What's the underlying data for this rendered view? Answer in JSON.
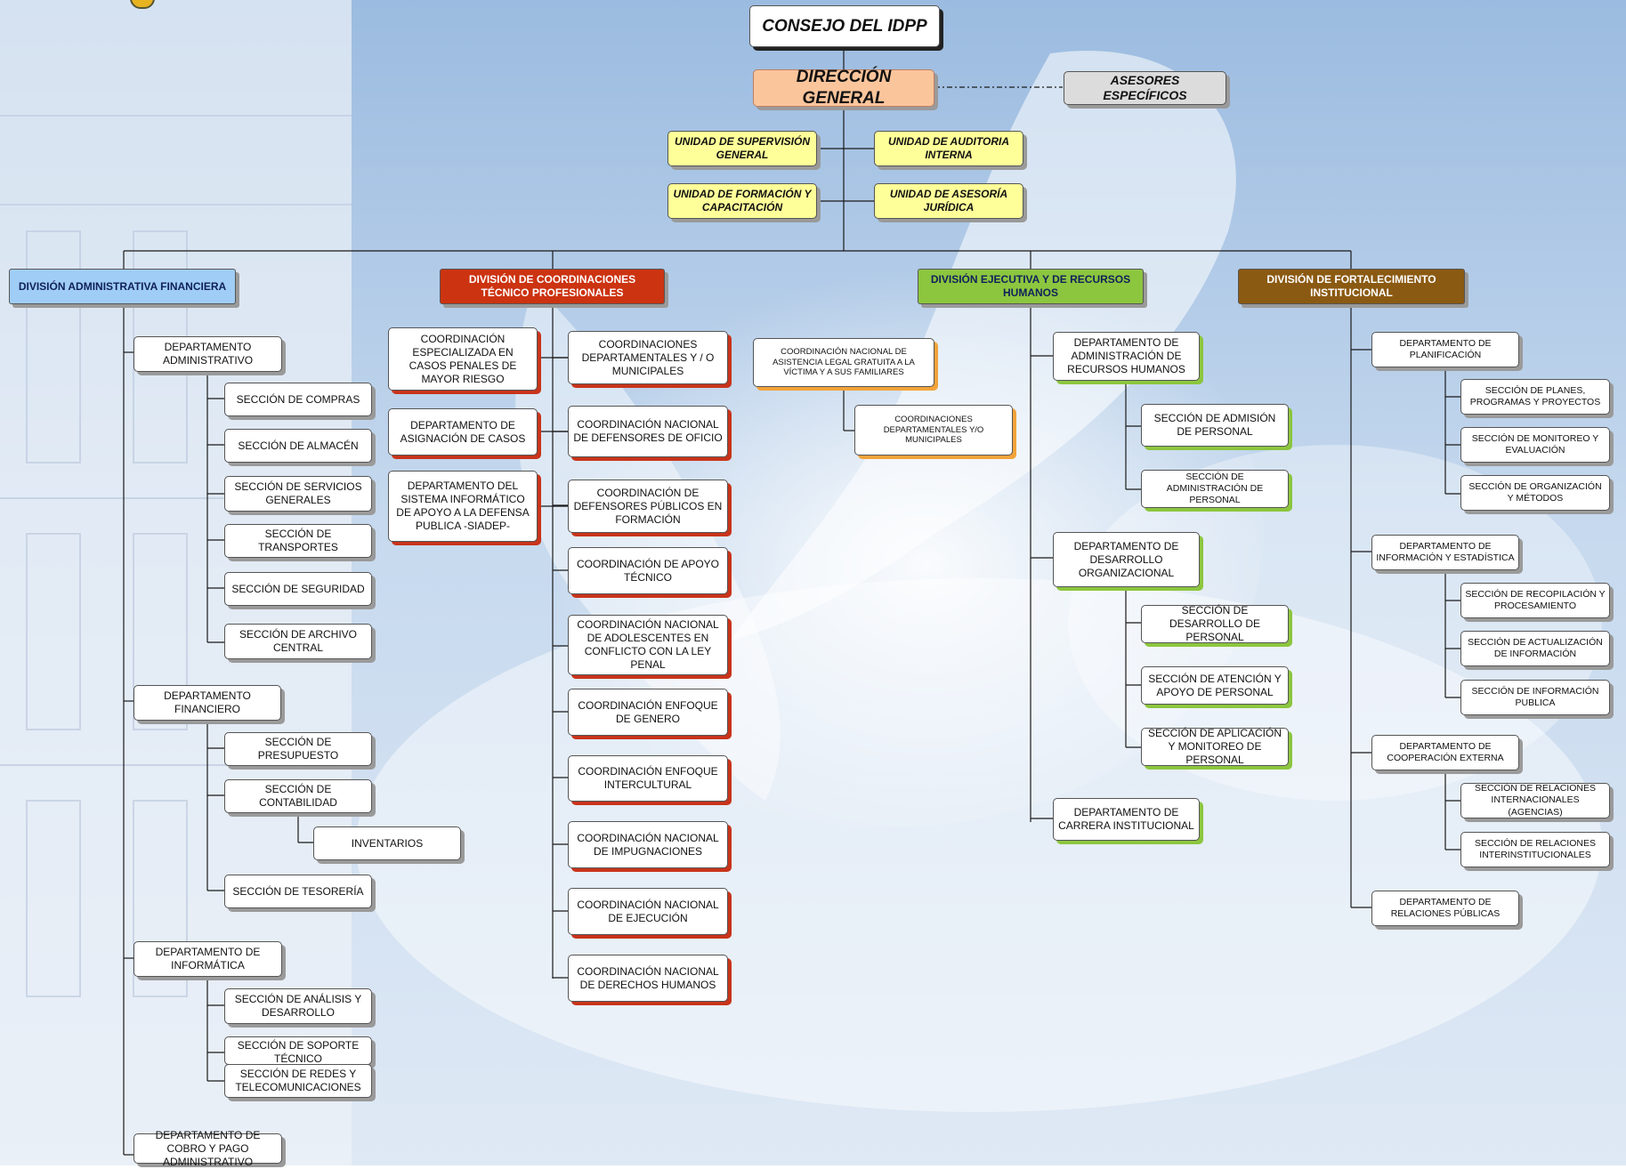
{
  "colors": {
    "consejo_fill": "#ffffff",
    "direccion_fill": "#fbc59c",
    "asesores_fill": "#dcdcdc",
    "unidad_fill": "#ffff99",
    "div_admin_fill": "#9fcdf5",
    "div_coord_fill": "#cc3311",
    "div_ejec_fill": "#8cc63f",
    "div_fort_fill": "#8b5a12"
  },
  "top": {
    "consejo": "CONSEJO DEL IDPP",
    "direccion": "DIRECCIÓN GENERAL",
    "asesores": "ASESORES ESPECÍFICOS",
    "unidad_supervision": "UNIDAD DE SUPERVISIÓN GENERAL",
    "unidad_auditoria": "UNIDAD DE AUDITORIA INTERNA",
    "unidad_formacion": "UNIDAD DE FORMACIÓN Y CAPACITACIÓN",
    "unidad_asesoria": "UNIDAD DE ASESORÍA JURÍDICA"
  },
  "admin": {
    "division": "DIVISIÓN ADMINISTRATIVA FINANCIERA",
    "dept_administrativo": "DEPARTAMENTO ADMINISTRATIVO",
    "sec_compras": "SECCIÓN DE COMPRAS",
    "sec_almacen": "SECCIÓN DE ALMACÉN",
    "sec_servicios": "SECCIÓN DE SERVICIOS GENERALES",
    "sec_transportes": "SECCIÓN DE TRANSPORTES",
    "sec_seguridad": "SECCIÓN DE SEGURIDAD",
    "sec_archivo": "SECCIÓN DE ARCHIVO CENTRAL",
    "dept_financiero": "DEPARTAMENTO FINANCIERO",
    "sec_presupuesto": "SECCIÓN DE PRESUPUESTO",
    "sec_contabilidad": "SECCIÓN DE CONTABILIDAD",
    "inventarios": "INVENTARIOS",
    "sec_tesoreria": "SECCIÓN DE TESORERÍA",
    "dept_informatica": "DEPARTAMENTO DE INFORMÁTICA",
    "sec_analisis": "SECCIÓN DE ANÁLISIS Y DESARROLLO",
    "sec_soporte": "SECCIÓN DE SOPORTE TÉCNICO",
    "sec_redes": "SECCIÓN DE REDES Y TELECOMUNICACIONES",
    "dept_cobro": "DEPARTAMENTO DE COBRO Y PAGO ADMINISTRATIVO"
  },
  "coord": {
    "division": "DIVISIÓN DE COORDINACIONES TÉCNICO PROFESIONALES",
    "especializada": "COORDINACIÓN ESPECIALIZADA EN CASOS PENALES DE MAYOR RIESGO",
    "asignacion": "DEPARTAMENTO DE ASIGNACIÓN DE CASOS",
    "siadep": "DEPARTAMENTO DEL SISTEMA INFORMÁTICO DE APOYO A LA DEFENSA PUBLICA -SIADEP-",
    "departamentales": "COORDINACIONES DEPARTAMENTALES Y / O MUNICIPALES",
    "defensores_oficio": "COORDINACIÓN NACIONAL DE DEFENSORES DE OFICIO",
    "defensores_formacion": "COORDINACIÓN DE DEFENSORES PÚBLICOS EN FORMACIÓN",
    "apoyo_tecnico": "COORDINACIÓN DE APOYO TÉCNICO",
    "adolescentes": "COORDINACIÓN NACIONAL DE ADOLESCENTES EN CONFLICTO CON LA LEY PENAL",
    "genero": "COORDINACIÓN ENFOQUE DE GENERO",
    "intercultural": "COORDINACIÓN ENFOQUE INTERCULTURAL",
    "impugnaciones": "COORDINACIÓN NACIONAL DE IMPUGNACIONES",
    "ejecucion": "COORDINACIÓN NACIONAL DE EJECUCIÓN",
    "derechos_humanos": "COORDINACIÓN NACIONAL DE DERECHOS HUMANOS"
  },
  "victima": {
    "asistencia": "COORDINACIÓN NACIONAL DE ASISTENCIA LEGAL GRATUITA A LA VÍCTIMA Y A SUS FAMILIARES",
    "departamentales": "COORDINACIONES DEPARTAMENTALES Y/O MUNICIPALES"
  },
  "ejec": {
    "division": "DIVISIÓN EJECUTIVA Y DE RECURSOS HUMANOS",
    "dept_admin_rrhh": "DEPARTAMENTO DE ADMINISTRACIÓN DE RECURSOS HUMANOS",
    "sec_admision": "SECCIÓN DE ADMISIÓN DE PERSONAL",
    "sec_administracion": "SECCIÓN DE ADMINISTRACIÓN DE PERSONAL",
    "dept_desarrollo": "DEPARTAMENTO DE DESARROLLO ORGANIZACIONAL",
    "sec_desarrollo": "SECCIÓN DE DESARROLLO DE PERSONAL",
    "sec_atencion": "SECCIÓN DE ATENCIÓN Y APOYO DE PERSONAL",
    "sec_aplicacion": "SECCIÓN DE APLICACIÓN Y MONITOREO DE PERSONAL",
    "dept_carrera": "DEPARTAMENTO DE CARRERA INSTITUCIONAL"
  },
  "fort": {
    "division": "DIVISIÓN DE FORTALECIMIENTO INSTITUCIONAL",
    "dept_planificacion": "DEPARTAMENTO DE PLANIFICACIÓN",
    "sec_planes": "SECCIÓN DE PLANES, PROGRAMAS Y PROYECTOS",
    "sec_monitoreo": "SECCIÓN DE MONITOREO Y EVALUACIÓN",
    "sec_organizacion": "SECCIÓN DE ORGANIZACIÓN Y MÉTODOS",
    "dept_informacion": "DEPARTAMENTO DE INFORMACIÓN Y ESTADÍSTICA",
    "sec_recopilacion": "SECCIÓN DE RECOPILACIÓN Y PROCESAMIENTO",
    "sec_actualizacion": "SECCIÓN DE ACTUALIZACIÓN DE INFORMACIÓN",
    "sec_info_publica": "SECCIÓN DE INFORMACIÓN PUBLICA",
    "dept_cooperacion": "DEPARTAMENTO DE COOPERACIÓN EXTERNA",
    "sec_internacionales": "SECCIÓN DE RELACIONES INTERNACIONALES (AGENCIAS)",
    "sec_interinstitucionales": "SECCIÓN DE RELACIONES INTERINSTITUCIONALES",
    "dept_relaciones_publicas": "DEPARTAMENTO DE RELACIONES PÚBLICAS"
  }
}
